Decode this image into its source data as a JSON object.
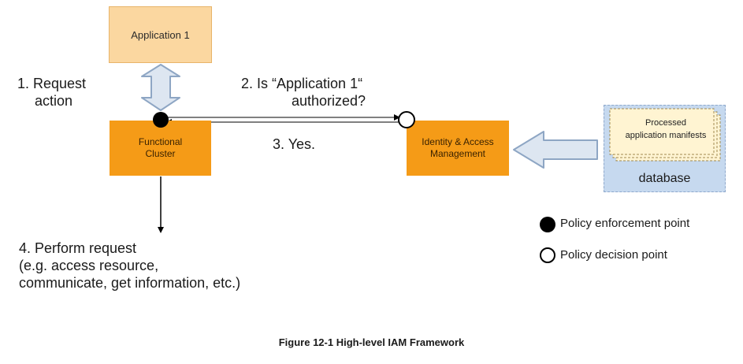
{
  "application_box": {
    "label": "Application 1"
  },
  "functional_cluster": {
    "line1": "Functional",
    "line2": "Cluster"
  },
  "iam_box": {
    "line1": "Identity & Access",
    "line2": "Management"
  },
  "database": {
    "manifest_line1": "Processed",
    "manifest_line2": "application manifests",
    "label": "database"
  },
  "steps": {
    "step1_line1": "1. Request",
    "step1_line2": "action",
    "step2_line1": "2. Is “Application 1“",
    "step2_line2": "authorized?",
    "step3": "3. Yes.",
    "step4_line1": "4. Perform request",
    "step4_line2": "(e.g. access resource,",
    "step4_line3": "communicate, get information, etc.)"
  },
  "legend": {
    "enforcement": "Policy enforcement point",
    "decision": "Policy decision point"
  },
  "caption": "Figure 12-1 High-level IAM Framework",
  "colors": {
    "application_fill": "#fbd7a0",
    "cluster_fill": "#f59b17",
    "database_fill": "#c6d9ef",
    "arrow_fill": "#dde6f1",
    "arrow_stroke": "#8ea6c4"
  }
}
